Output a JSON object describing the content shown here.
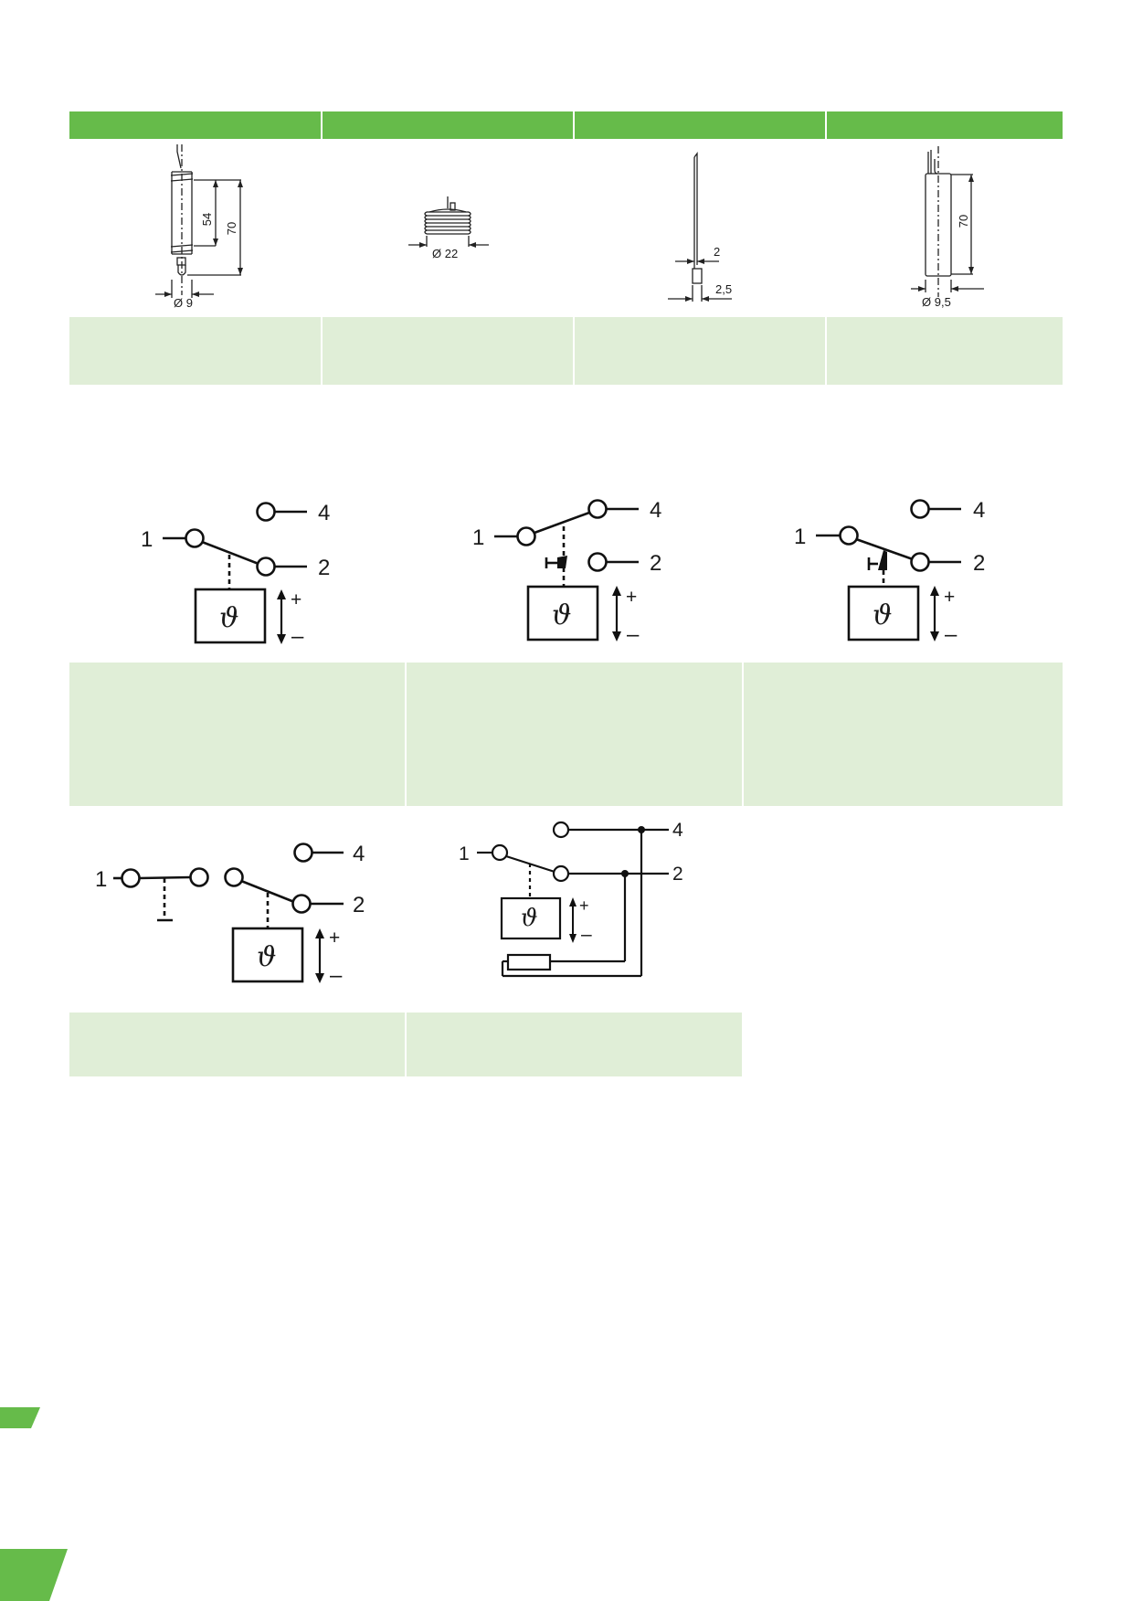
{
  "sensors": [
    {
      "dims": {
        "height_inner": "54",
        "height_outer": "70",
        "diameter": "Ø 9"
      }
    },
    {
      "dims": {
        "diameter": "Ø 22"
      }
    },
    {
      "dims": {
        "d_tip": "2",
        "d_body": "2,5"
      }
    },
    {
      "dims": {
        "height": "70",
        "diameter": "Ø 9,5"
      }
    }
  ],
  "contacts": {
    "c1": "1",
    "c2": "2",
    "c4": "4"
  },
  "thermo_symbol": "ϑ",
  "plus": "+",
  "minus": "–",
  "colors": {
    "header_green": "#66bb4a",
    "cell_light_green": "#e0eed7"
  }
}
